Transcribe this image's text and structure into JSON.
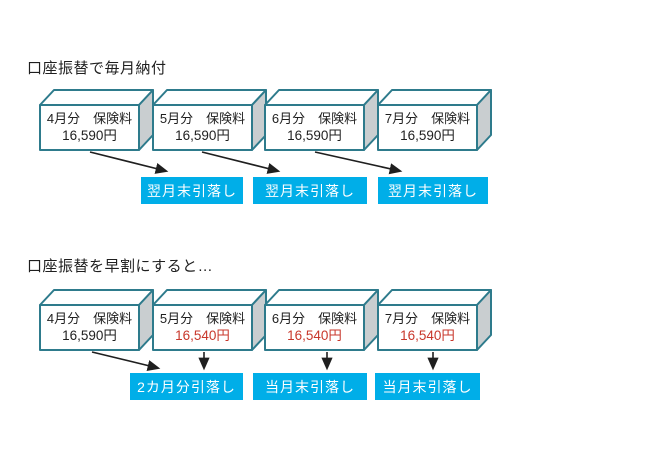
{
  "colors": {
    "title-text": "#1f1f1f",
    "box-border": "#2e7b8c",
    "box-side": "#c9ced0",
    "label-bg": "#00aee8",
    "label-text": "#ffffff",
    "price-regular": "#1f1f1f",
    "price-discount": "#c8372b",
    "arrow": "#1f1f1f"
  },
  "sections": [
    {
      "title": "口座振替で毎月納付",
      "boxes": [
        {
          "line1": "4月分　保険料",
          "price": "16,590円",
          "price_color": "#1f1f1f"
        },
        {
          "line1": "5月分　保険料",
          "price": "16,590円",
          "price_color": "#1f1f1f"
        },
        {
          "line1": "6月分　保険料",
          "price": "16,590円",
          "price_color": "#1f1f1f"
        },
        {
          "line1": "7月分　保険料",
          "price": "16,590円",
          "price_color": "#1f1f1f"
        }
      ],
      "labels": [
        {
          "text": "翌月末引落し"
        },
        {
          "text": "翌月末引落し"
        },
        {
          "text": "翌月末引落し"
        }
      ]
    },
    {
      "title": "口座振替を早割にすると…",
      "boxes": [
        {
          "line1": "4月分　保険料",
          "price": "16,590円",
          "price_color": "#1f1f1f"
        },
        {
          "line1": "5月分　保険料",
          "price": "16,540円",
          "price_color": "#c8372b"
        },
        {
          "line1": "6月分　保険料",
          "price": "16,540円",
          "price_color": "#c8372b"
        },
        {
          "line1": "7月分　保険料",
          "price": "16,540円",
          "price_color": "#c8372b"
        }
      ],
      "labels": [
        {
          "text": "2カ月分引落し"
        },
        {
          "text": "当月末引落し"
        },
        {
          "text": "当月末引落し"
        }
      ]
    }
  ]
}
